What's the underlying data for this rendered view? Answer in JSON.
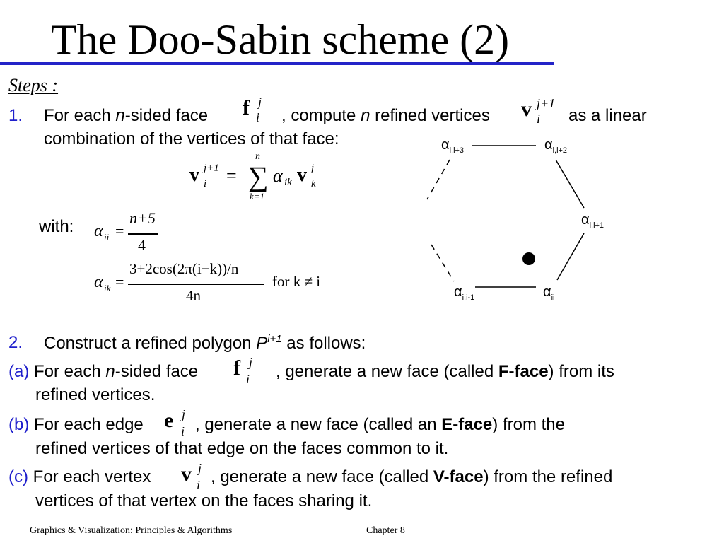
{
  "title": "The Doo-Sabin scheme (2)",
  "steps_label": "Steps :",
  "step1": {
    "number": "1.",
    "line1_a": "For each ",
    "line1_n": "n",
    "line1_b": "-sided face",
    "line1_c": ", compute ",
    "line1_d": "n",
    "line1_e": " refined vertices",
    "line1_f": "as a linear",
    "line2": "combination of the vertices of that face:",
    "with_label": "with:",
    "alpha_ii_num": "n+5",
    "alpha_ii_den": "4",
    "alpha_ik_num": "3+2cos(2π(i−k))/n",
    "alpha_ik_den": "4n",
    "alpha_ik_cond": "for  k ≠ i",
    "sum_top": "n",
    "sum_bottom": "k=1"
  },
  "step2": {
    "number": "2.",
    "text_a": "Construct a refined polygon ",
    "text_p": "P",
    "text_sup": "i+1",
    "text_b": " as follows:"
  },
  "item_a": {
    "label": "(a)",
    "text_a": " For each ",
    "text_n": "n",
    "text_b": "-sided face",
    "text_c": ", generate a new face (called ",
    "text_bold": "F-face",
    "text_d": ") from its",
    "line2": "refined vertices."
  },
  "item_b": {
    "label": "(b)",
    "text_a": " For each edge",
    "text_c": ", generate a new face (called an ",
    "text_bold": "E-face",
    "text_d": ") from the",
    "line2": "refined vertices of that edge on the faces common to it."
  },
  "item_c": {
    "label": "(c)",
    "text_a": " For each vertex",
    "text_c": ", generate a new face (called ",
    "text_bold": "V-face",
    "text_d": ") from the refined",
    "line2": "vertices of that vertex on the faces sharing it."
  },
  "diagram": {
    "labels": [
      {
        "alpha": "α",
        "sub": "i,i+3"
      },
      {
        "alpha": "α",
        "sub": "i,i+2"
      },
      {
        "alpha": "α",
        "sub": "i,i+1"
      },
      {
        "alpha": "α",
        "sub": "i,i-1"
      },
      {
        "alpha": "α",
        "sub": "ii"
      }
    ]
  },
  "footer": {
    "left": "Graphics & Visualization: Principles & Algorithms",
    "right": "Chapter 8"
  }
}
